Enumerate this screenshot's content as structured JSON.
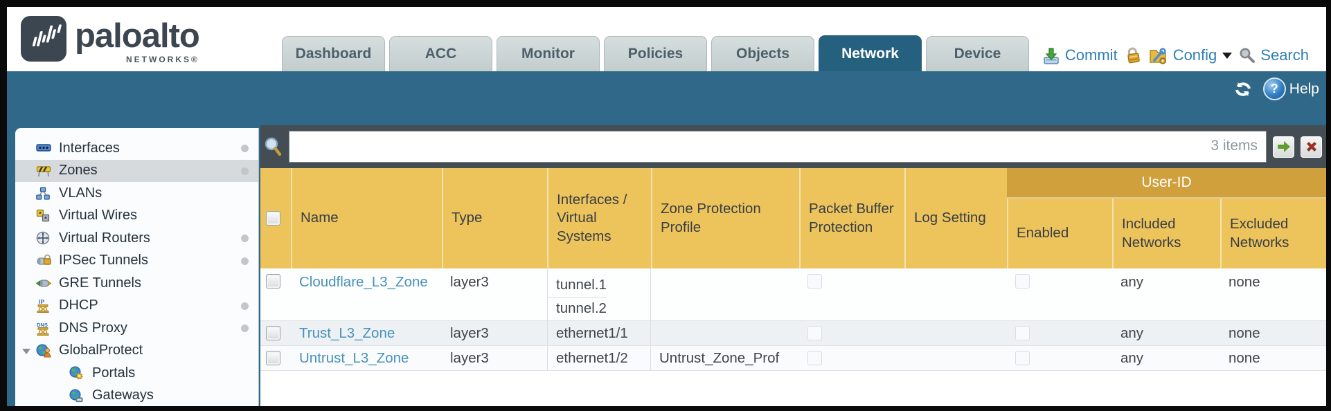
{
  "brand": {
    "wordmark": "paloalto",
    "sub_brand": "NETWORKS®"
  },
  "nav": {
    "tabs": [
      {
        "label": "Dashboard",
        "active": false
      },
      {
        "label": "ACC",
        "active": false
      },
      {
        "label": "Monitor",
        "active": false
      },
      {
        "label": "Policies",
        "active": false
      },
      {
        "label": "Objects",
        "active": false
      },
      {
        "label": "Network",
        "active": true
      },
      {
        "label": "Device",
        "active": false
      }
    ]
  },
  "utility": {
    "commit_label": "Commit",
    "config_label": "Config",
    "search_label": "Search"
  },
  "band": {
    "help_label": "Help"
  },
  "toolbar": {
    "items_count": "3 items"
  },
  "sidebar": {
    "items": [
      {
        "label": "Interfaces",
        "has_dot": true,
        "selected": false
      },
      {
        "label": "Zones",
        "has_dot": true,
        "selected": true
      },
      {
        "label": "VLANs",
        "has_dot": false,
        "selected": false
      },
      {
        "label": "Virtual Wires",
        "has_dot": false,
        "selected": false
      },
      {
        "label": "Virtual Routers",
        "has_dot": true,
        "selected": false
      },
      {
        "label": "IPSec Tunnels",
        "has_dot": true,
        "selected": false
      },
      {
        "label": "GRE Tunnels",
        "has_dot": false,
        "selected": false
      },
      {
        "label": "DHCP",
        "has_dot": true,
        "selected": false
      },
      {
        "label": "DNS Proxy",
        "has_dot": true,
        "selected": false
      },
      {
        "label": "GlobalProtect",
        "has_dot": false,
        "selected": false,
        "expanded": true
      },
      {
        "label": "Portals",
        "has_dot": false,
        "selected": false,
        "indent": true
      },
      {
        "label": "Gateways",
        "has_dot": false,
        "selected": false,
        "indent": true
      }
    ]
  },
  "table": {
    "group_header": "User-ID",
    "columns": [
      "Name",
      "Type",
      "Interfaces / Virtual Systems",
      "Zone Protection Profile",
      "Packet Buffer Protection",
      "Log Setting",
      "Enabled",
      "Included Networks",
      "Excluded Networks"
    ],
    "rows": [
      {
        "name": "Cloudflare_L3_Zone",
        "type": "layer3",
        "interfaces": [
          "tunnel.1",
          "tunnel.2"
        ],
        "zone_protection_profile": "",
        "log_setting": "",
        "packet_buffer_protection_checked": false,
        "enabled_checked": false,
        "included_networks": "any",
        "excluded_networks": "none"
      },
      {
        "name": "Trust_L3_Zone",
        "type": "layer3",
        "interfaces": [
          "ethernet1/1"
        ],
        "zone_protection_profile": "",
        "log_setting": "",
        "packet_buffer_protection_checked": false,
        "enabled_checked": false,
        "included_networks": "any",
        "excluded_networks": "none"
      },
      {
        "name": "Untrust_L3_Zone",
        "type": "layer3",
        "interfaces": [
          "ethernet1/2"
        ],
        "zone_protection_profile": "Untrust_Zone_Prof",
        "log_setting": "",
        "packet_buffer_protection_checked": false,
        "enabled_checked": false,
        "included_networks": "any",
        "excluded_networks": "none"
      }
    ]
  },
  "colors": {
    "accent_teal": "#2f6888",
    "active_tab": "#26607f",
    "header_amber": "#edc45c",
    "user_id_band": "#cfa03c",
    "link_blue": "#4792ba",
    "strip_gray": "#444c54"
  }
}
